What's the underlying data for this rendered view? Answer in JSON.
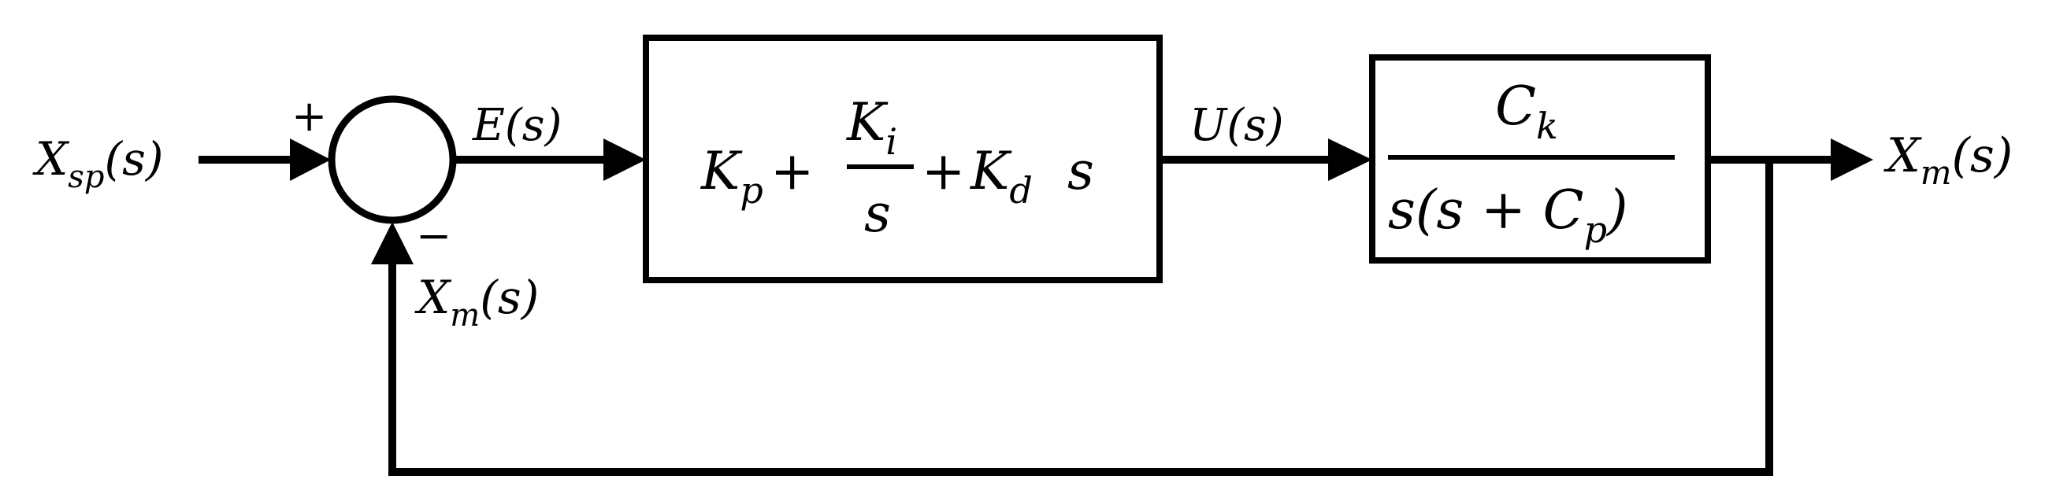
{
  "diagram": {
    "input": {
      "symbol": "X",
      "subscript": "sp",
      "argument": "(s)"
    },
    "summing_junction": {
      "plus_sign": "+",
      "minus_sign": "−",
      "feedback": {
        "symbol": "X",
        "subscript": "m",
        "argument": "(s)"
      }
    },
    "error_signal": {
      "label": "E(s)"
    },
    "controller_block": {
      "term1_symbol": "K",
      "term1_subscript": "p",
      "plus1": "+",
      "fraction_numerator_symbol": "K",
      "fraction_numerator_subscript": "i",
      "fraction_denominator": "s",
      "plus2": "+",
      "term3_symbol": "K",
      "term3_subscript": "d",
      "term3_variable": "s"
    },
    "control_signal": {
      "label": "U(s)"
    },
    "plant_block": {
      "numerator_symbol": "C",
      "numerator_subscript": "k",
      "denominator_prefix": "s(s + C",
      "denominator_subscript": "p",
      "denominator_suffix": ")"
    },
    "output": {
      "symbol": "X",
      "subscript": "m",
      "argument": "(s)"
    }
  }
}
